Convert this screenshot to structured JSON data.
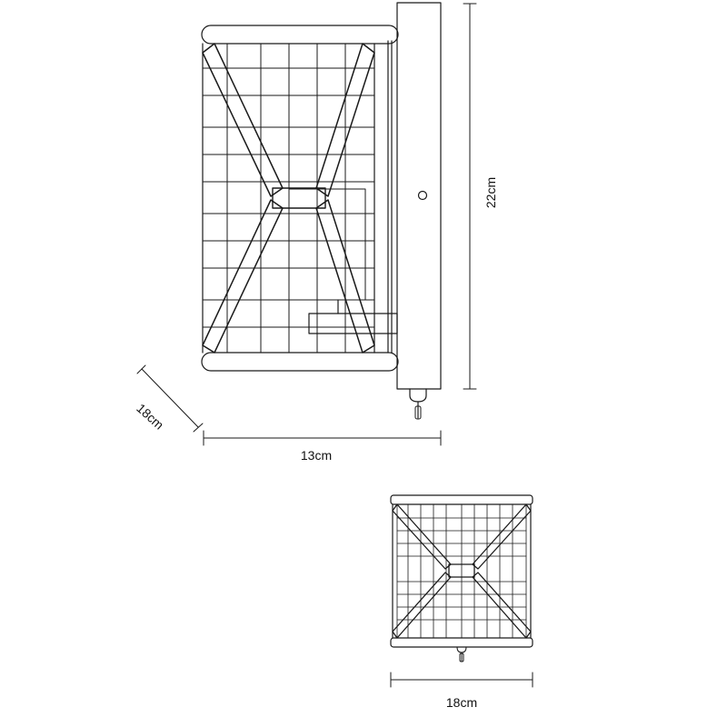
{
  "dimensions": {
    "height": "22cm",
    "depth_diagonal": "18cm",
    "width_side": "13cm",
    "width_front": "18cm"
  }
}
